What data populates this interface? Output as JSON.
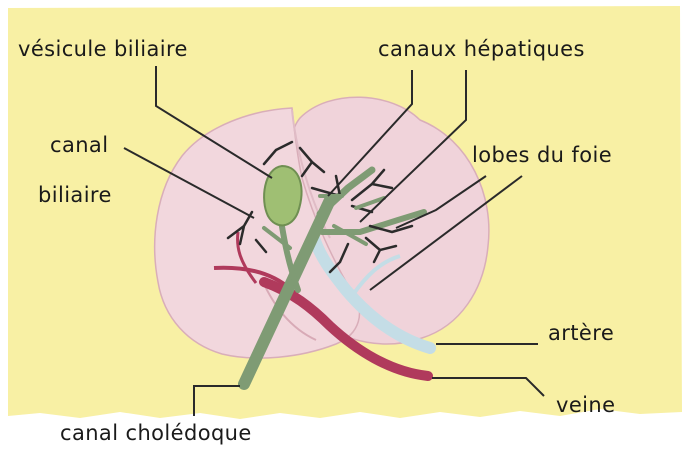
{
  "labels": {
    "gallbladder": "vésicule biliaire",
    "hepatic_ducts": "canaux hépatiques",
    "bile_duct_line1": "canal",
    "bile_duct_line2": "biliaire",
    "liver_lobes": "lobes du foie",
    "artery": "artère",
    "vein": "veine",
    "common_bile_duct": "canal cholédoque"
  },
  "colors": {
    "background": "#f8f0a4",
    "liver": "#f0d3da",
    "liver_shadow": "#e2b8c3",
    "gallbladder": "#9fbf73",
    "duct": "#7f9b74",
    "duct_dark": "#2b2b2b",
    "artery": "#c4dde6",
    "vein": "#b03a5c",
    "leader_line": "#2a2a2a"
  }
}
